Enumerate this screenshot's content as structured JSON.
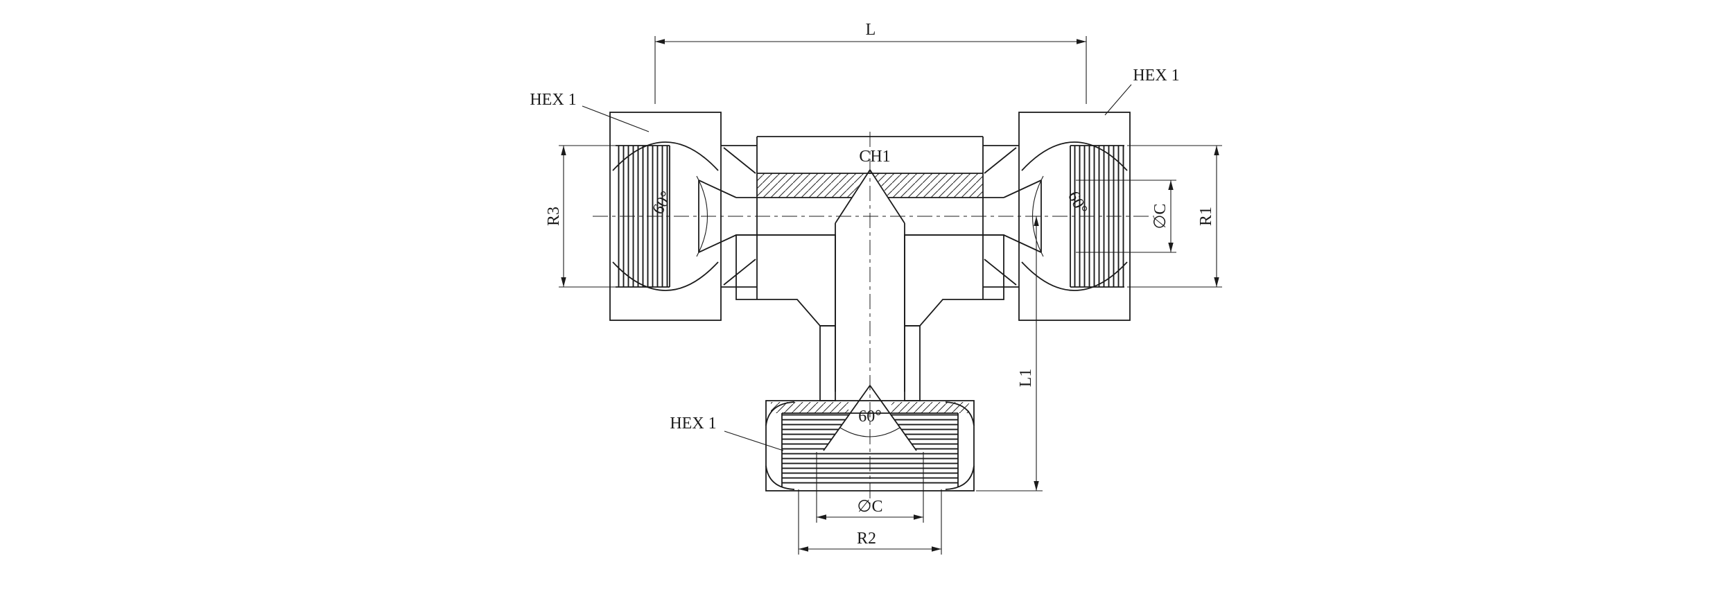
{
  "drawing": {
    "background": "#ffffff",
    "line_color": "#1b1b1b",
    "labels": {
      "overall_length": "L",
      "hex_top_left": "HEX 1",
      "hex_top_right": "HEX 1",
      "hex_bottom": "HEX 1",
      "center_hex": "CH1",
      "cone_angle_left": "60°",
      "cone_angle_right": "60°",
      "cone_angle_bottom": "60°",
      "thread_left": "R3",
      "bore_dia_right": "∅C",
      "thread_right": "R1",
      "branch_length": "L1",
      "bore_dia_bottom": "∅C",
      "thread_bottom": "R2"
    }
  }
}
